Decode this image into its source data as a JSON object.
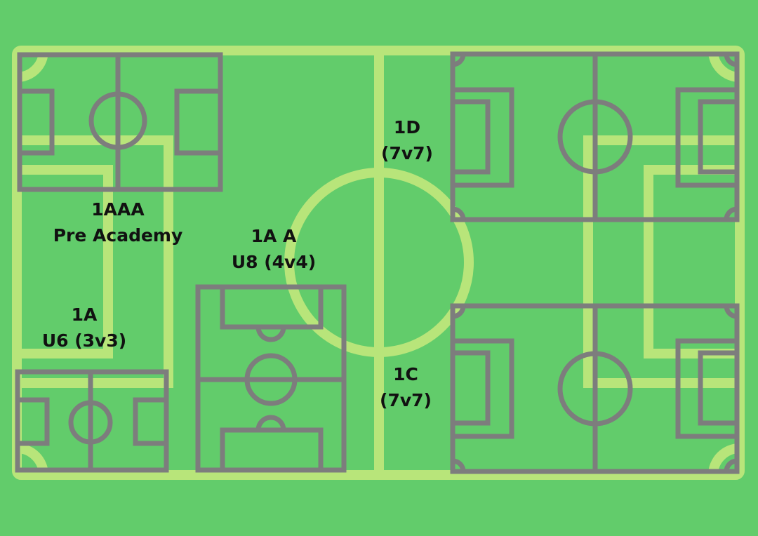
{
  "colors": {
    "background": "#62cc6b",
    "main_pitch_lines": "#b8e57a",
    "small_field_lines": "#7d7d7d",
    "label_text": "#111111"
  },
  "fields": [
    {
      "id": "1aaa",
      "name": "1AAA",
      "division": "Pre Academy"
    },
    {
      "id": "1aa",
      "name": "1A A",
      "division": "U8 (4v4)"
    },
    {
      "id": "1a",
      "name": "1A",
      "division": "U6 (3v3)"
    },
    {
      "id": "1d",
      "name": "1D",
      "division": "(7v7)"
    },
    {
      "id": "1c",
      "name": "1C",
      "division": "(7v7)"
    }
  ]
}
